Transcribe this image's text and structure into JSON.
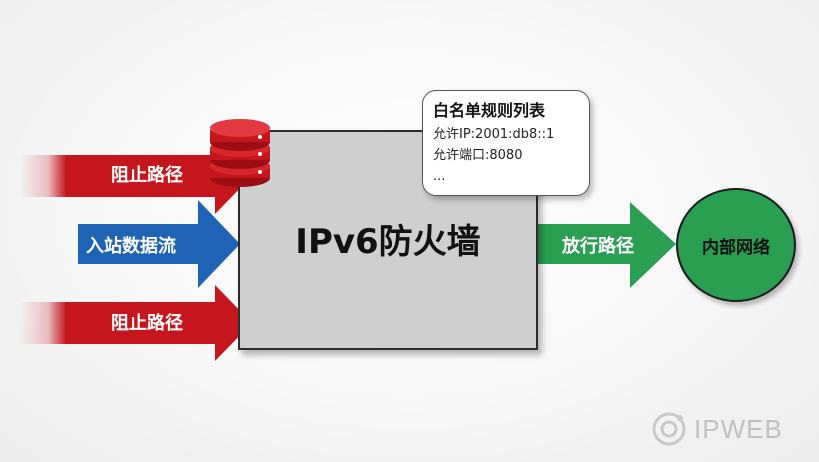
{
  "firewall": {
    "label": "IPv6防火墙"
  },
  "arrows": {
    "block_top": "阻止路径",
    "inbound": "入站数据流",
    "block_bottom": "阻止路径",
    "allow": "放行路径"
  },
  "network": {
    "label": "内部网络"
  },
  "whitelist": {
    "title": "白名单规则列表",
    "rules": [
      "允许IP:2001:db8::1",
      "允许端口:8080",
      "..."
    ]
  },
  "watermark": {
    "brand": "IPWEB"
  },
  "colors": {
    "block_red": "#c4161c",
    "inbound_blue": "#1f63b5",
    "allow_green": "#2a9f52",
    "firewall_gray": "#cfcfcf"
  },
  "icons": [
    "database-icon",
    "ipweb-logo-icon"
  ]
}
